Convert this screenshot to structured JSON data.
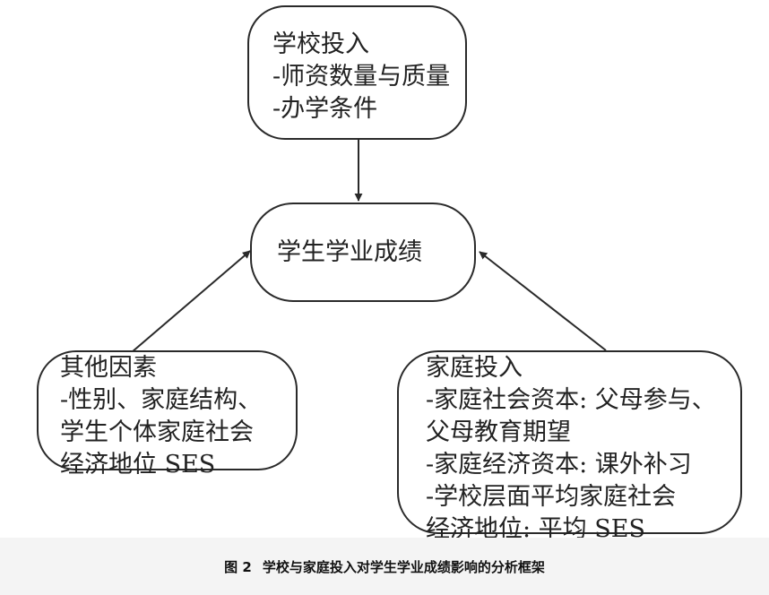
{
  "diagram": {
    "school_input": {
      "title": "学校投入",
      "items": [
        "-师资数量与质量",
        "-办学条件"
      ]
    },
    "outcome": {
      "title": "学生学业成绩"
    },
    "other_factors": {
      "title": "其他因素",
      "lines": [
        "-性别、家庭结构、",
        "学生个体家庭社会",
        "经济地位 SES"
      ]
    },
    "family_input": {
      "title": "家庭投入",
      "lines": [
        "-家庭社会资本: 父母参与、",
        "父母教育期望",
        "-家庭经济资本: 课外补习",
        "-学校层面平均家庭社会",
        "经济地位: 平均 SES"
      ]
    },
    "edges": [
      {
        "from": "school_input",
        "to": "outcome"
      },
      {
        "from": "other_factors",
        "to": "outcome"
      },
      {
        "from": "family_input",
        "to": "outcome"
      }
    ],
    "colors": {
      "stroke": "#2a2a2a",
      "caption_bg": "#f4f4f4"
    }
  },
  "caption": {
    "figure_number": "图 2",
    "text": "学校与家庭投入对学生学业成绩影响的分析框架"
  }
}
